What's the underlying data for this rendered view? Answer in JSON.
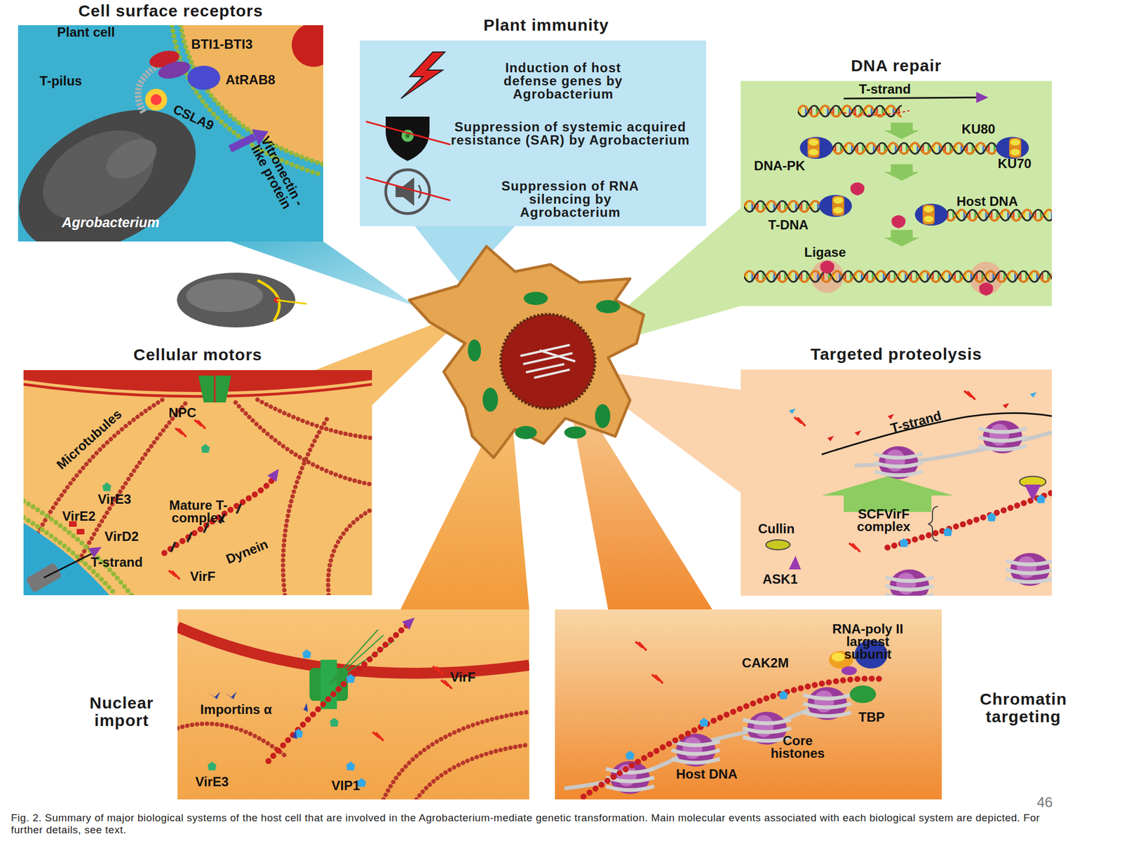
{
  "diagram": {
    "caption": "Fig. 2. Summary of major biological systems of the host cell that are involved in the Agrobacterium-mediate genetic transformation. Main molecular events associated with each biological system are depicted. For further details, see text.",
    "nodes": [
      {
        "text": [
          "Cell surface receptors"
        ]
      },
      {
        "text": [
          "Plant immunity",
          "Induction of host defense genes by Agrobacterium",
          "Suppression of systemic acquired resistance (SAR) by Agrobacterium",
          "Suppression of RNA silencing by Agrobacterium"
        ]
      },
      {
        "text": [
          "DNA repair"
        ]
      },
      {
        "text": [
          "Cellular motors"
        ]
      },
      {
        "text": [
          "Targeted proteolysis"
        ]
      },
      {
        "text": [
          "Nuclear import"
        ]
      },
      {
        "text": [
          "Chromatin targeting"
        ]
      }
    ],
    "labels": [
      "Plant cell",
      "BTI1-BTI3",
      "T-pilus",
      "AtRAB8",
      "CSLA9",
      "Vitronectin -like protein",
      "Agrobacterium",
      "T-strand",
      "KU80",
      "DNA-PK",
      "KU70",
      "Host DNA",
      "T-DNA",
      "Ligase",
      "Microtubules",
      "NPC",
      "VirE3",
      "VirE2",
      "Mature T-complex",
      "VirD2",
      "T-strand",
      "Dynein",
      "VirF",
      "T-strand",
      "SCFVirF complex",
      "Cullin",
      "ASK1",
      "Importins α",
      "VirF",
      "VirE3",
      "VIP1",
      "RNA-poly II largest subunit",
      "CAK2M",
      "TBP",
      "Core histones",
      "Host DNA",
      "46"
    ]
  }
}
